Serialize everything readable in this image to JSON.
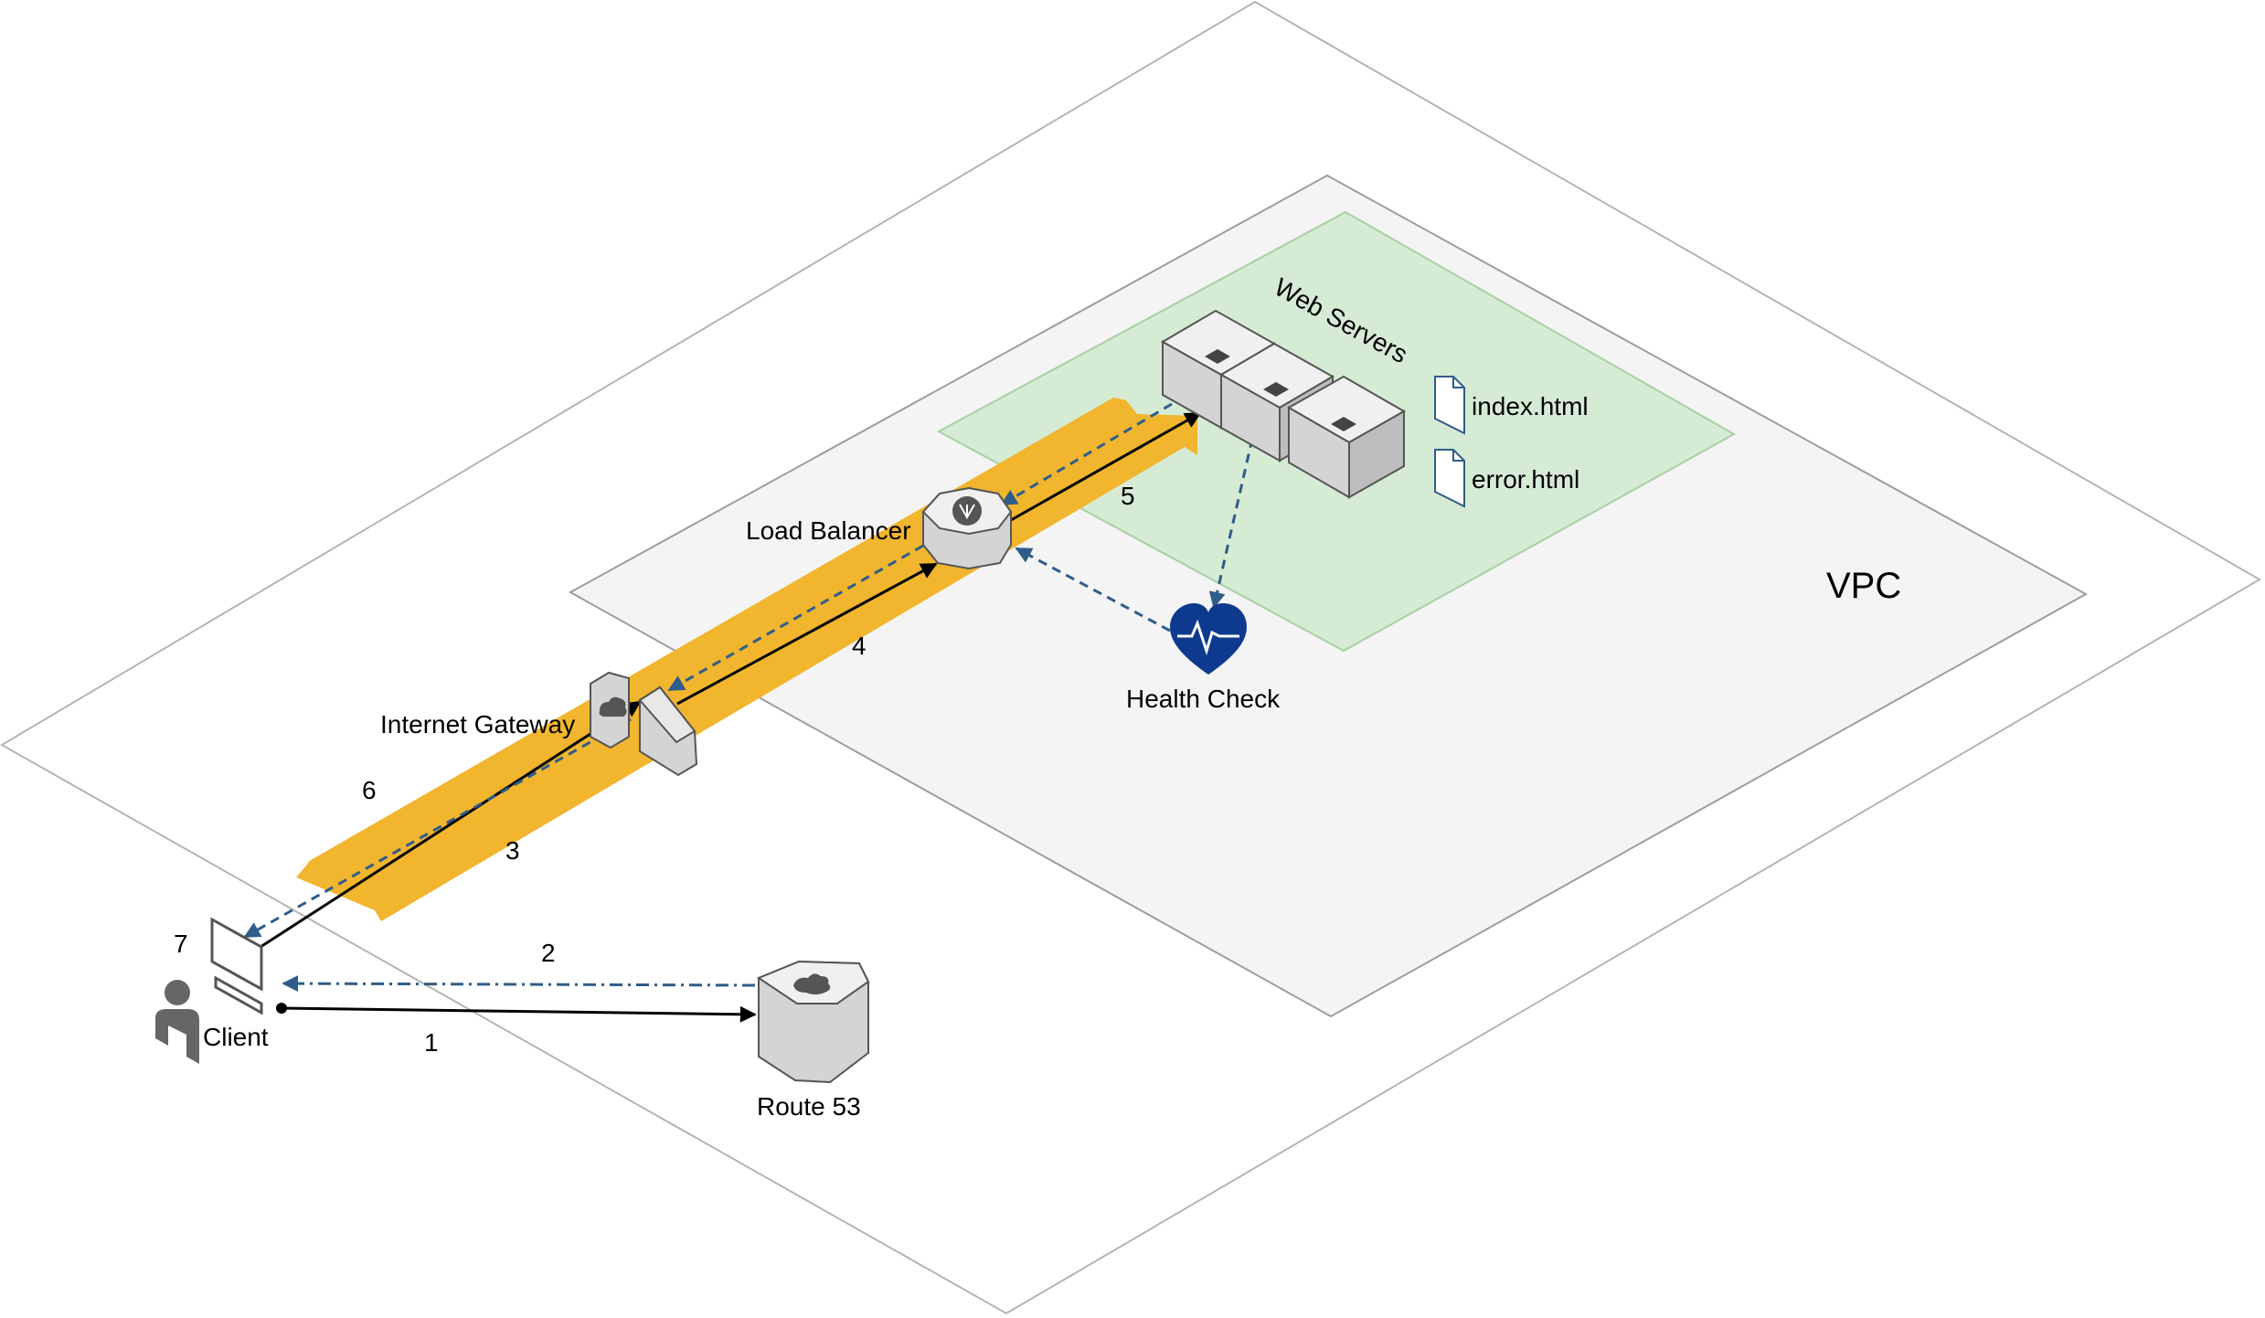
{
  "labels": {
    "vpc": "VPC",
    "web_servers": "Web Servers",
    "load_balancer": "Load Balancer",
    "internet_gateway": "Internet Gateway",
    "health_check": "Health Check",
    "client": "Client",
    "route53": "Route 53"
  },
  "files": [
    {
      "name": "index.html"
    },
    {
      "name": "error.html"
    }
  ],
  "steps": [
    "1",
    "2",
    "3",
    "4",
    "5",
    "6",
    "7"
  ],
  "colors": {
    "outer_plane": "#ffffff",
    "vpc_plane": "#f4f4f4",
    "subnet_plane": "#d6ebd4",
    "traffic_band": "#f1b52e",
    "request_line": "#000000",
    "response_line": "#2f5d8a",
    "health_icon": "#0d3a8f",
    "device_light": "#f0f0f0",
    "device_mid": "#d4d4d4",
    "device_dark": "#bdbdbd"
  },
  "icons": {
    "load_balancer": "load-balancer-icon",
    "internet_gateway": "internet-gateway-icon",
    "web_server": "server-icon",
    "health_check": "heart-monitor-icon",
    "client": "user-desktop-icon",
    "route53": "route53-icon",
    "file": "file-icon"
  }
}
